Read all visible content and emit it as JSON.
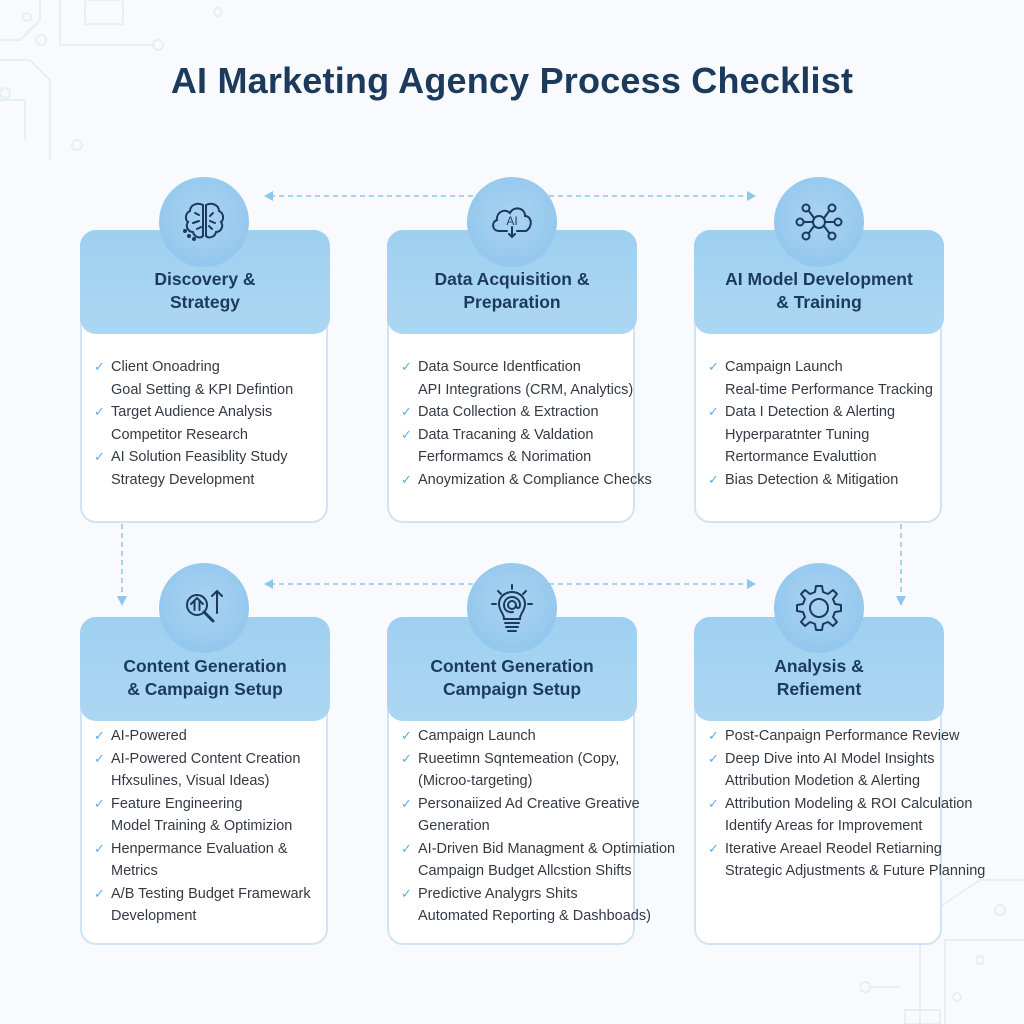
{
  "title": "AI Marketing Agency Process Checklist",
  "colors": {
    "title": "#1b3a5c",
    "header_fill": "#a6d4f2",
    "icon_circle": "#93c7ee",
    "check": "#5aaee6",
    "card_border": "#cfe5f6",
    "arrow": "#8ec7ee"
  },
  "stages": [
    {
      "title": "Discovery &\nStrategy",
      "icon": "brain-icon",
      "items": [
        {
          "text": "Client Onoadring",
          "checked": true
        },
        {
          "text": "Goal Setting & KPI Defintion",
          "checked": false
        },
        {
          "text": "Target Audience Analysis",
          "checked": true
        },
        {
          "text": "Competitor Research",
          "checked": false
        },
        {
          "text": "AI Solution Feasiblity Study",
          "checked": true
        },
        {
          "text": "Strategy Development",
          "checked": false
        }
      ]
    },
    {
      "title": "Data Acquisition &\nPreparation",
      "icon": "ai-cloud-icon",
      "icon_label": "AI",
      "items": [
        {
          "text": "Data Source Identfication",
          "checked": true
        },
        {
          "text": "API Integrations (CRM, Analytics)",
          "checked": false
        },
        {
          "text": "Data Collection & Extraction",
          "checked": true
        },
        {
          "text": "Data Tracaning & Valdation",
          "checked": true
        },
        {
          "text": "Ferformamcs & Norimation",
          "checked": false
        },
        {
          "text": "Anoymization & Compliance Checks",
          "checked": true
        }
      ]
    },
    {
      "title": "AI Model Development\n& Training",
      "icon": "network-icon",
      "items": [
        {
          "text": "Campaign Launch",
          "checked": true
        },
        {
          "text": "Real-time Performance Tracking",
          "checked": false
        },
        {
          "text": "Data I Detection & Alerting",
          "checked": true
        },
        {
          "text": "Hyperparatnter Tuning",
          "checked": false
        },
        {
          "text": "Rertormance Evaluttion",
          "checked": false
        },
        {
          "text": "Bias Detection & Mitigation",
          "checked": true
        }
      ]
    },
    {
      "title": "Content Generation\n& Campaign Setup",
      "icon": "search-growth-icon",
      "items": [
        {
          "text": "AI-Powered",
          "checked": true
        },
        {
          "text": "AI-Powered Content Creation",
          "checked": true
        },
        {
          "text": "Hfxsulines, Visual Ideas)",
          "checked": false
        },
        {
          "text": "Feature Engineering",
          "checked": true
        },
        {
          "text": "Model Training & Optimizion",
          "checked": false
        },
        {
          "text": "Henpermance Evaluation &",
          "checked": true
        },
        {
          "text": "Metrics",
          "checked": false
        },
        {
          "text": "A/B Testing Budget Framewark",
          "checked": true
        },
        {
          "text": "Development",
          "checked": false
        }
      ]
    },
    {
      "title": "Content Generation\nCampaign Setup",
      "icon": "lightbulb-at-icon",
      "items": [
        {
          "text": "Campaign Launch",
          "checked": true
        },
        {
          "text": "Rueetimn Sqntemeation (Copy,",
          "checked": true
        },
        {
          "text": "(Microo-targeting)",
          "checked": false
        },
        {
          "text": "Personaiized Ad Creative Greative",
          "checked": true
        },
        {
          "text": "Generation",
          "checked": false
        },
        {
          "text": "AI-Driven Bid Managment & Optimiation",
          "checked": true
        },
        {
          "text": "Campaign Budget Allcstion Shifts",
          "checked": false
        },
        {
          "text": "Predictive Analygrs Shits",
          "checked": true
        },
        {
          "text": "Automated Reporting & Dashboads)",
          "checked": false
        }
      ]
    },
    {
      "title": "Analysis &\nRefiement",
      "icon": "gear-icon",
      "items": [
        {
          "text": "Post-Canpaign Performance Review",
          "checked": true
        },
        {
          "text": "Deep Dive into AI Model Insights",
          "checked": true
        },
        {
          "text": "Attribution Modetion & Alerting",
          "checked": false
        },
        {
          "text": "Attribution Modeling & ROI Calculation",
          "checked": true
        },
        {
          "text": "Identify Areas for Improvement",
          "checked": false
        },
        {
          "text": "Iterative Areael Reodel Retiarning",
          "checked": true
        },
        {
          "text": "Strategic Adjustments & Future Planning",
          "checked": false
        }
      ]
    }
  ],
  "check_glyph": "✓"
}
